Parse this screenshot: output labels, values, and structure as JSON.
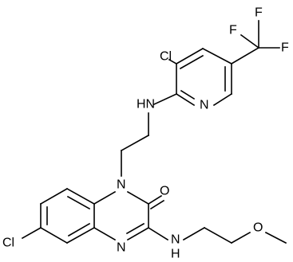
{
  "molecule": {
    "atom_labels": {
      "cl_pyridine": "Cl",
      "f_top": "F",
      "f_right": "F",
      "f_left": "F",
      "nh_linker": "HN",
      "n_pyridine": "N",
      "n_quinoxaline_1": "N",
      "carbonyl_o": "O",
      "cl_quinoxaline": "Cl",
      "n_quinoxaline_4": "N",
      "nh_methoxyethyl": "N",
      "nh_methoxyethyl_h": "H",
      "o_methoxy": "O"
    }
  }
}
